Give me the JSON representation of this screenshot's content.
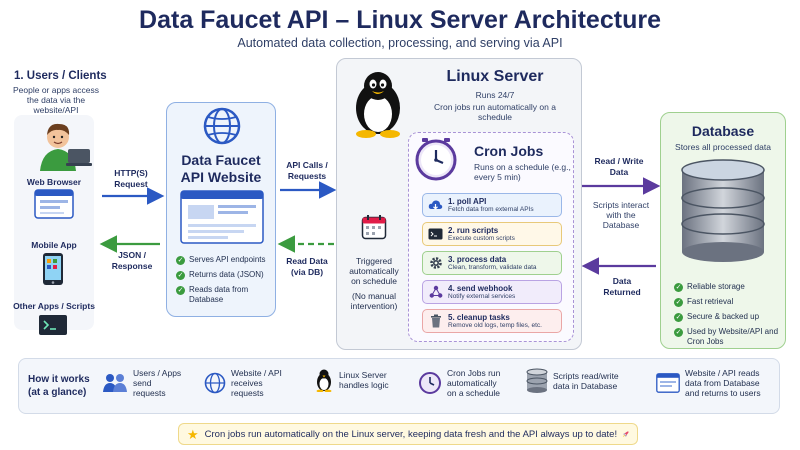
{
  "header": {
    "title": "Data Faucet API – Linux Server Architecture",
    "subtitle": "Automated data collection, processing, and serving via API"
  },
  "users": {
    "title": "1. Users / Clients",
    "desc": "People or apps access the data via the website/API",
    "web_browser": "Web Browser",
    "mobile_app": "Mobile App",
    "other_apps": "Other Apps / Scripts"
  },
  "website": {
    "title_line1": "Data Faucet",
    "title_line2": "API Website",
    "bullets": [
      "Serves API endpoints",
      "Returns data (JSON)",
      "Reads data from Database"
    ]
  },
  "arrows": {
    "https_request": "HTTP(S) Request",
    "json_response": "JSON / Response",
    "api_calls": "API Calls / Requests",
    "read_data": "Read Data (via DB)",
    "read_write": "Read / Write Data",
    "scripts_interact": "Scripts interact with the Database",
    "data_returned": "Data Returned"
  },
  "server": {
    "title": "Linux Server",
    "runs": "Runs 24/7",
    "cron_desc": "Cron jobs run automatically on a schedule",
    "triggered": "Triggered automatically on schedule",
    "no_manual": "(No manual intervention)"
  },
  "cron": {
    "title": "Cron Jobs",
    "desc": "Runs on a schedule (e.g., every 5 min)",
    "tasks": [
      {
        "name": "1. poll API",
        "desc": "Fetch data from external APIs"
      },
      {
        "name": "2. run scripts",
        "desc": "Execute custom scripts"
      },
      {
        "name": "3. process data",
        "desc": "Clean, transform, validate data"
      },
      {
        "name": "4. send webhook",
        "desc": "Notify external services"
      },
      {
        "name": "5. cleanup tasks",
        "desc": "Remove old logs, temp files, etc."
      }
    ]
  },
  "database": {
    "title": "Database",
    "desc": "Stores all processed data",
    "bullets": [
      "Reliable storage",
      "Fast retrieval",
      "Secure & backed up",
      "Used by Website/API and Cron Jobs"
    ]
  },
  "how": {
    "title": "How it works (at a glance)",
    "steps": [
      "Users / Apps send requests",
      "Website / API receives requests",
      "Linux Server handles logic",
      "Cron Jobs run automatically on a schedule",
      "Scripts read/write data in Database",
      "Website / API reads data from Database and returns to users"
    ]
  },
  "footer": {
    "note": "Cron jobs run automatically on the Linux server, keeping data fresh and the API always up to date!"
  },
  "colors": {
    "navy": "#1e2a5e",
    "blue": "#2b59c3",
    "green": "#3b9b3f",
    "purple": "#5b3a9e",
    "light_blue_bg": "#eef4fc",
    "green_bg": "#eef7ea"
  }
}
